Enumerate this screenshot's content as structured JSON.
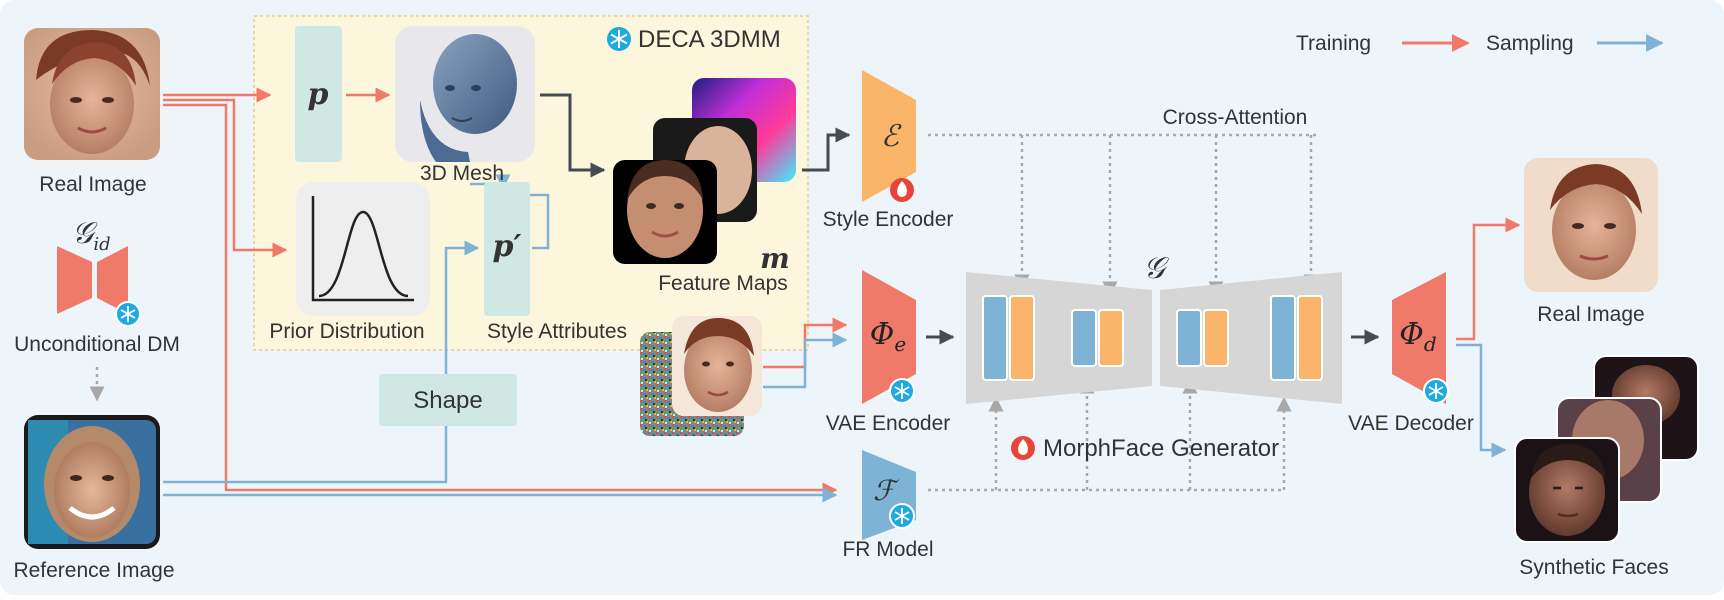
{
  "colors": {
    "training": "#f07a6a",
    "sampling": "#7fb3d5",
    "background": "#eef5fa",
    "deca_bg": "#fbf6dc",
    "teal_box": "#cfe8e4",
    "orange_block": "#fbb56a",
    "blue_block": "#7fb3d5",
    "generator_bg": "#d6d6d6",
    "snowflake": "#1fa9e1",
    "fire": "#e8443a"
  },
  "legend": {
    "training": "Training",
    "sampling": "Sampling"
  },
  "deca": {
    "title": "DECA 3DMM",
    "icon": "snowflake-icon"
  },
  "labels": {
    "real_image_in": "Real Image",
    "gid": "𝒢",
    "gid_sub": "id",
    "unconditional_dm": "Unconditional DM",
    "reference_image": "Reference Image",
    "p": "p",
    "p_prime": "p′",
    "mesh": "3D Mesh",
    "prior": "Prior Distribution",
    "style_attributes": "Style Attributes",
    "shape": "Shape",
    "feature_maps": "Feature Maps",
    "m": "m",
    "style_encoder_sym": "ℰ",
    "style_encoder": "Style Encoder",
    "cross_attention": "Cross-Attention",
    "vae_encoder_sym": "Φ",
    "vae_encoder_sub": "e",
    "vae_encoder": "VAE Encoder",
    "generator_sym": "𝒢",
    "generator": "MorphFace Generator",
    "fr_sym": "ℱ",
    "fr_model": "FR Model",
    "vae_decoder_sym": "Φ",
    "vae_decoder_sub": "d",
    "vae_decoder": "VAE Decoder",
    "real_image_out": "Real Image",
    "synthetic_faces": "Synthetic Faces"
  }
}
